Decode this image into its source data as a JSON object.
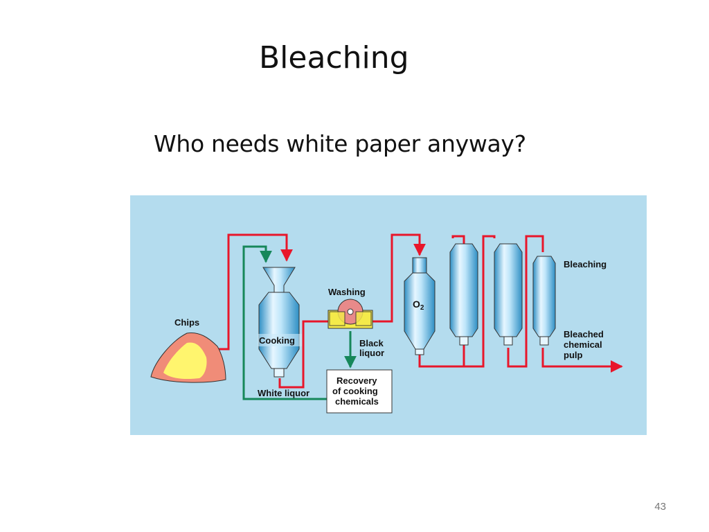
{
  "slide": {
    "title": "Bleaching",
    "subtitle": "Who needs white paper anyway?",
    "page_number": "43"
  },
  "diagram": {
    "labels": {
      "chips": "Chips",
      "cooking": "Cooking",
      "white_liquor": "White liquor",
      "washing": "Washing",
      "black_liquor_1": "Black",
      "black_liquor_2": "liquor",
      "recovery_1": "Recovery",
      "recovery_2": "of cooking",
      "recovery_3": "chemicals",
      "o2": "O",
      "o2_sub": "2",
      "bleaching": "Bleaching",
      "bleached_1": "Bleached",
      "bleached_2": "chemical",
      "bleached_3": "pulp"
    },
    "colors": {
      "background": "#b4dcee",
      "pulp_flow": "#e8162a",
      "liquor_flow": "#16875a",
      "vessel": "#4ab3e6",
      "chips_outer": "#f08c78",
      "chips_inner": "#fff56e",
      "washer": "#f4ea4a",
      "washer_drum": "#e88a8a"
    }
  }
}
